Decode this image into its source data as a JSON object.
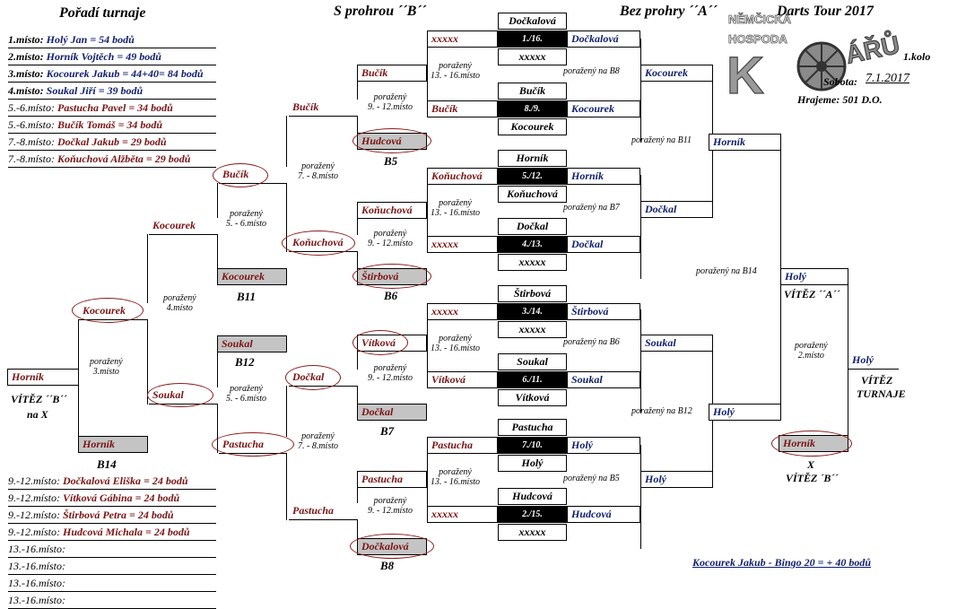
{
  "titles": {
    "poradi": "Pořadí turnaje",
    "losers": "S prohrou ´´B´´",
    "winners": "Bez prohry ´´A´´",
    "tour": "Darts Tour 2017"
  },
  "info": {
    "round": "1.kolo",
    "date_label": "Sobota:",
    "date": "7.1.2017",
    "game": "Hrajeme: 501 D.O.",
    "logo_line1": "NĚMČICKÁ",
    "logo_line2": "HOSPODA",
    "logo_big": "KOLÁŘŮ"
  },
  "standings_top": [
    {
      "place": "1.místo:",
      "text": "Holý Jan = 54 bodů"
    },
    {
      "place": "2.místo:",
      "text": "Horník Vojtěch = 49 bodů"
    },
    {
      "place": "3.místo:",
      "text": "Kocourek Jakub = 44+40= 84 bodů"
    },
    {
      "place": "4.místo:",
      "text": "Soukal Jiří = 39 bodů"
    },
    {
      "place": "5.-6.místo:",
      "text": "Pastucha Pavel = 34 bodů"
    },
    {
      "place": "5.-6.místo:",
      "text": "Bučík Tomáš = 34 bodů"
    },
    {
      "place": "7.-8.místo:",
      "text": "Dočkal Jakub = 29 bodů"
    },
    {
      "place": "7.-8.místo:",
      "text": "Koňuchová Alžběta = 29 bodů"
    }
  ],
  "standings_bottom": [
    {
      "place": "9.-12.místo:",
      "text": "Dočkalová Eliška = 24 bodů"
    },
    {
      "place": "9.-12.místo:",
      "text": "Vítková Gábina = 24 bodů"
    },
    {
      "place": "9.-12.místo:",
      "text": "Štirbová Petra = 24 bodů"
    },
    {
      "place": "9.-12.místo:",
      "text": "Hudcová Michala = 24 bodů"
    },
    {
      "place": "13.-16.místo:",
      "text": ""
    },
    {
      "place": "13.-16.místo:",
      "text": ""
    },
    {
      "place": "13.-16.místo:",
      "text": ""
    },
    {
      "place": "13.-16.místo:",
      "text": ""
    }
  ],
  "bonus": "Kocourek Jakub - Bingo 20 = + 40 bodů",
  "first_round": [
    {
      "seed": "1./16.",
      "top": "Dočkalová",
      "left": "xxxxx",
      "right": "Dočkalová",
      "bottom": "xxxxx",
      "lost": "poražený",
      "place": "13. - 16.místo"
    },
    {
      "seed": "8./9.",
      "top": "Bučík",
      "left": "Bučík",
      "right": "Kocourek",
      "bottom": "Kocourek"
    },
    {
      "seed": "5./12.",
      "top": "Horník",
      "left": "Koňuchová",
      "right": "Horník",
      "bottom": "Koňuchová",
      "lost": "poražený",
      "place": "13. - 16.místo"
    },
    {
      "seed": "4./13.",
      "top": "Dočkal",
      "left": "xxxxx",
      "right": "Dočkal",
      "bottom": "xxxxx"
    },
    {
      "seed": "3./14.",
      "top": "Štirbová",
      "left": "xxxxx",
      "right": "Štirbová",
      "bottom": "xxxxx",
      "lost": "poražený",
      "place": "13. - 16.místo"
    },
    {
      "seed": "6./11.",
      "top": "Soukal",
      "left": "Vítková",
      "right": "Soukal",
      "bottom": "Vítková"
    },
    {
      "seed": "7./10.",
      "top": "Pastucha",
      "left": "Pastucha",
      "right": "Holý",
      "bottom": "Holý",
      "lost": "poražený",
      "place": "13. - 16.místo"
    },
    {
      "seed": "2./15.",
      "top": "Hudcová",
      "left": "xxxxx",
      "right": "Hudcová",
      "bottom": "xxxxx"
    }
  ],
  "winners_bracket": {
    "r2": [
      "Kocourek",
      "Dočkal",
      "Soukal",
      "Holý"
    ],
    "r3": [
      "Horník",
      "Holý"
    ],
    "r2_lost": [
      "poražený na B8",
      "poražený na B7",
      "poražený na B6",
      "poražený na B5"
    ],
    "r3_lost": [
      "poražený na B11",
      "poražený na B12"
    ],
    "final_lost": "poražený na B14",
    "winner_a": "Holý",
    "winner_a_label": "VÍTĚZ ´´A´´",
    "grand_final_lost": "poražený",
    "grand_final_place": "2.místo",
    "champion": "Holý",
    "champion_label1": "VÍTĚZ",
    "champion_label2": "TURNAJE",
    "b_winner": "Horník",
    "x": "X",
    "b_winner_label": "VÍTĚZ ´B´´"
  },
  "losers_bracket": {
    "b5": {
      "top": "Bučík",
      "bottom": "Hudcová",
      "label": "B5"
    },
    "b6": {
      "top": "Koňuchová",
      "bottom": "Štirbová",
      "label": "B6"
    },
    "b7": {
      "top": "Vítková",
      "bottom": "Dočkal",
      "label": "B7"
    },
    "b8": {
      "top": "Pastucha",
      "bottom": "Dočkalová",
      "label": "B8"
    },
    "r_a": [
      "Bučík",
      "Koňuchová",
      "Dočkal",
      "Pastucha"
    ],
    "r_b": [
      "Bučík",
      "Kocourek"
    ],
    "r_b2": [
      "Soukal",
      "Pastucha"
    ],
    "b11": {
      "label": "B11",
      "box": "Kocourek"
    },
    "b12": {
      "label": "B12",
      "box": "Soukal"
    },
    "r_c": [
      "Kocourek",
      "Soukal"
    ],
    "r_d": "Kocourek",
    "b14": {
      "label": "B14",
      "box": "Horník"
    },
    "final": "Horník",
    "final_label1": "VÍTĚZ ´´B´´",
    "final_label2": "na X",
    "lost": "poražený",
    "place_9_12": "9. - 12.místo",
    "place_7_8": "7. - 8.místo",
    "place_5_6": "5. - 6.místo",
    "place_4": "4.místo",
    "place_3": "3.místo"
  }
}
